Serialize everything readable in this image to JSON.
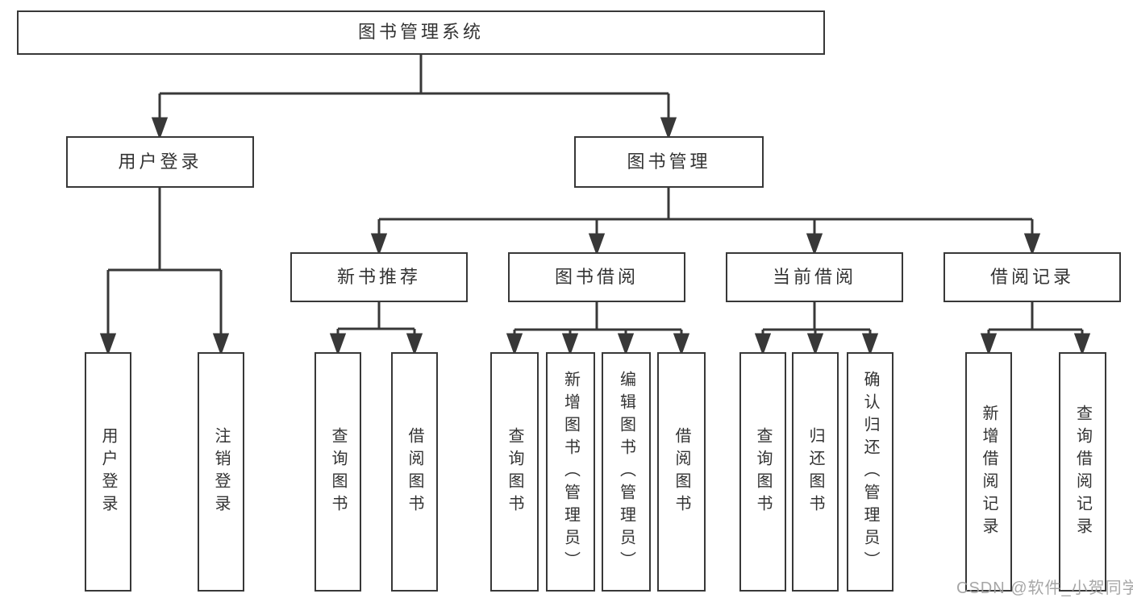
{
  "colors": {
    "line": "#383838",
    "box_border": "#383838",
    "box_fill": "#ffffff",
    "text": "#333333",
    "watermark": "#9d9d9d",
    "background": "#ffffff"
  },
  "watermark": {
    "text": "CSDN @软件_小贺同学"
  },
  "tree": {
    "label": "图书管理系统",
    "children": [
      {
        "label": "用户登录",
        "children": [
          {
            "label": "用户登录"
          },
          {
            "label": "注销登录"
          }
        ]
      },
      {
        "label": "图书管理",
        "children": [
          {
            "label": "新书推荐",
            "children": [
              {
                "label": "查询图书"
              },
              {
                "label": "借阅图书"
              }
            ]
          },
          {
            "label": "图书借阅",
            "children": [
              {
                "label": "查询图书"
              },
              {
                "label": "新增图书（管理员）"
              },
              {
                "label": "编辑图书（管理员）"
              },
              {
                "label": "借阅图书"
              }
            ]
          },
          {
            "label": "当前借阅",
            "children": [
              {
                "label": "查询图书"
              },
              {
                "label": "归还图书"
              },
              {
                "label": "确认归还（管理员）"
              }
            ]
          },
          {
            "label": "借阅记录",
            "children": [
              {
                "label": "新增借阅记录"
              },
              {
                "label": "查询借阅记录"
              }
            ]
          }
        ]
      }
    ]
  }
}
